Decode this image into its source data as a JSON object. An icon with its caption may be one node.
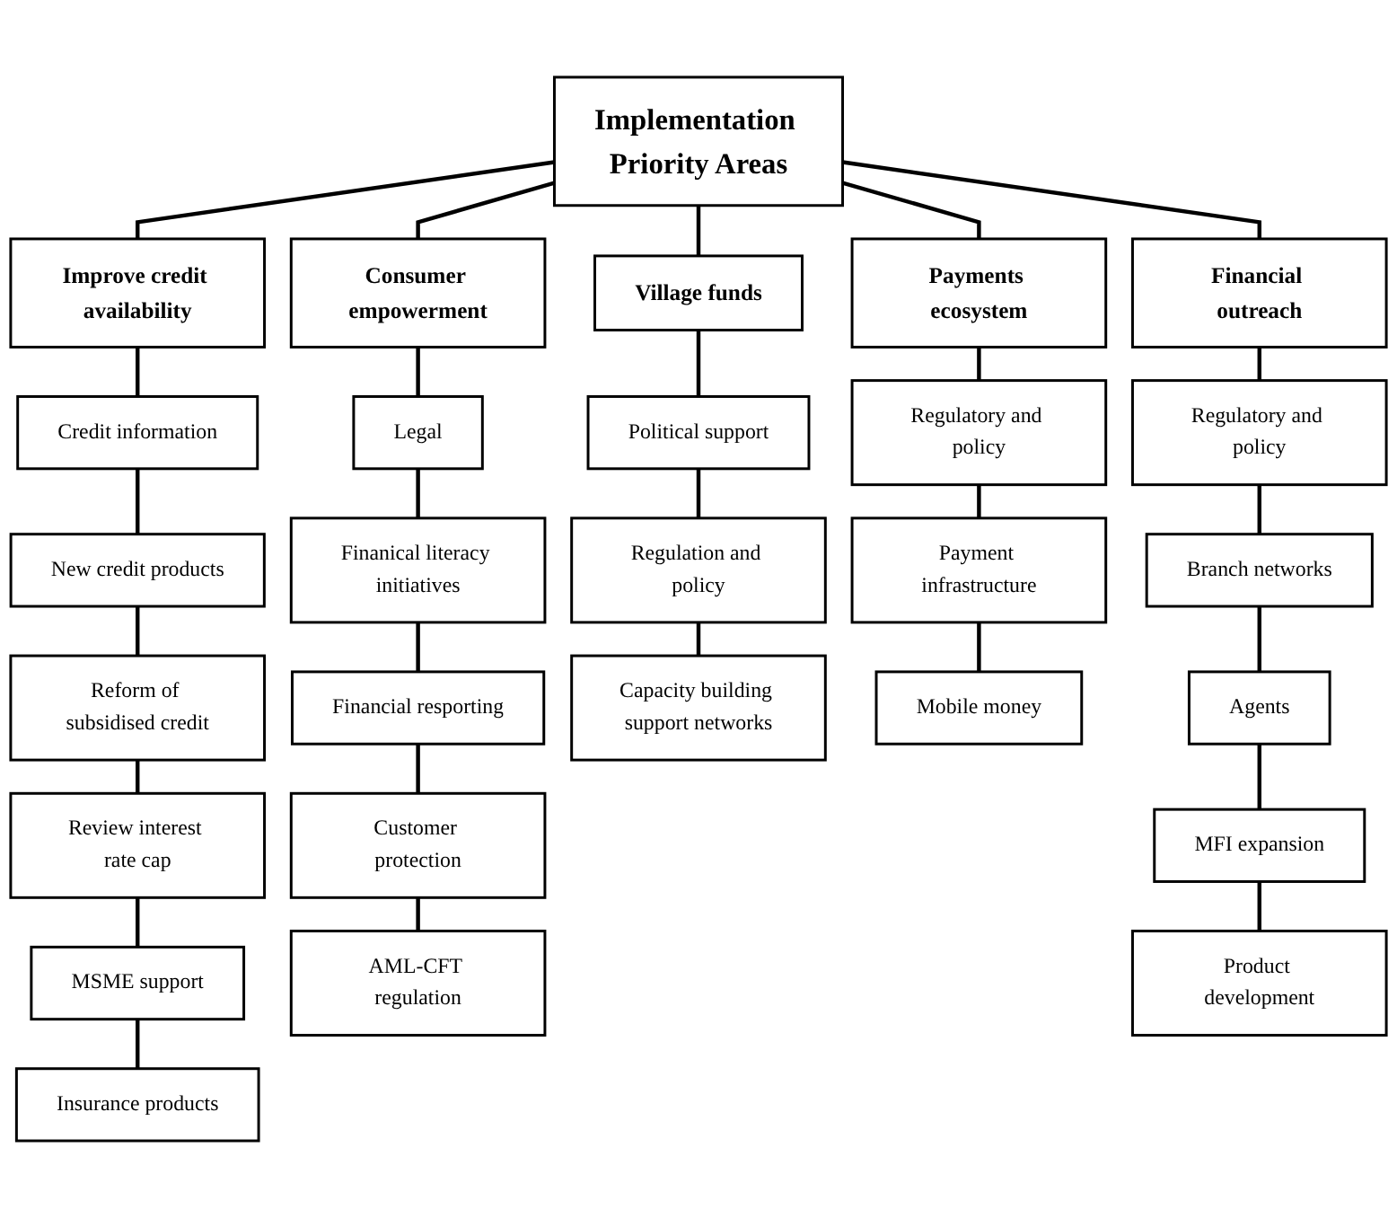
{
  "diagram": {
    "nodes": [
      {
        "text": [
          "Implementation Priority Areas"
        ]
      },
      {
        "text": [
          "Improve credit availability"
        ]
      },
      {
        "text": [
          "Credit information"
        ]
      },
      {
        "text": [
          "New credit products"
        ]
      },
      {
        "text": [
          "Reform of subsidised credit"
        ]
      },
      {
        "text": [
          "Review interest rate cap"
        ]
      },
      {
        "text": [
          "MSME support"
        ]
      },
      {
        "text": [
          "Insurance products"
        ]
      },
      {
        "text": [
          "Consumer empowerment"
        ]
      },
      {
        "text": [
          "Legal"
        ]
      },
      {
        "text": [
          "Finanical literacy initiatives"
        ]
      },
      {
        "text": [
          "Financial resporting"
        ]
      },
      {
        "text": [
          "Customer protection"
        ]
      },
      {
        "text": [
          "AML-CFT regulation"
        ]
      },
      {
        "text": [
          "Village funds"
        ]
      },
      {
        "text": [
          "Political support"
        ]
      },
      {
        "text": [
          "Regulation and policy"
        ]
      },
      {
        "text": [
          "Capacity building support networks"
        ]
      },
      {
        "text": [
          "Payments ecosystem"
        ]
      },
      {
        "text": [
          "Regulatory and policy"
        ]
      },
      {
        "text": [
          "Payment infrastructure"
        ]
      },
      {
        "text": [
          "Mobile money"
        ]
      },
      {
        "text": [
          "Financial outreach"
        ]
      },
      {
        "text": [
          "Regulatory and policy"
        ]
      },
      {
        "text": [
          "Branch networks"
        ]
      },
      {
        "text": [
          "Agents"
        ]
      },
      {
        "text": [
          "MFI expansion"
        ]
      },
      {
        "text": [
          "Product development"
        ]
      }
    ],
    "edges": [
      {
        "from": 0,
        "to": 1,
        "arrow": "none"
      },
      {
        "from": 0,
        "to": 8,
        "arrow": "none"
      },
      {
        "from": 0,
        "to": 14,
        "arrow": "none"
      },
      {
        "from": 0,
        "to": 18,
        "arrow": "none"
      },
      {
        "from": 0,
        "to": 22,
        "arrow": "none"
      },
      {
        "from": 1,
        "to": 2,
        "arrow": "none"
      },
      {
        "from": 2,
        "to": 3,
        "arrow": "none"
      },
      {
        "from": 3,
        "to": 4,
        "arrow": "none"
      },
      {
        "from": 4,
        "to": 5,
        "arrow": "none"
      },
      {
        "from": 5,
        "to": 6,
        "arrow": "none"
      },
      {
        "from": 6,
        "to": 7,
        "arrow": "none"
      },
      {
        "from": 8,
        "to": 9,
        "arrow": "none"
      },
      {
        "from": 9,
        "to": 10,
        "arrow": "none"
      },
      {
        "from": 10,
        "to": 11,
        "arrow": "none"
      },
      {
        "from": 11,
        "to": 12,
        "arrow": "none"
      },
      {
        "from": 12,
        "to": 13,
        "arrow": "none"
      },
      {
        "from": 14,
        "to": 15,
        "arrow": "none"
      },
      {
        "from": 15,
        "to": 16,
        "arrow": "none"
      },
      {
        "from": 16,
        "to": 17,
        "arrow": "none"
      },
      {
        "from": 18,
        "to": 19,
        "arrow": "none"
      },
      {
        "from": 19,
        "to": 20,
        "arrow": "none"
      },
      {
        "from": 20,
        "to": 21,
        "arrow": "none"
      },
      {
        "from": 22,
        "to": 23,
        "arrow": "none"
      },
      {
        "from": 23,
        "to": 24,
        "arrow": "none"
      },
      {
        "from": 24,
        "to": 25,
        "arrow": "none"
      },
      {
        "from": 25,
        "to": 26,
        "arrow": "none"
      },
      {
        "from": 26,
        "to": 27,
        "arrow": "none"
      }
    ]
  }
}
